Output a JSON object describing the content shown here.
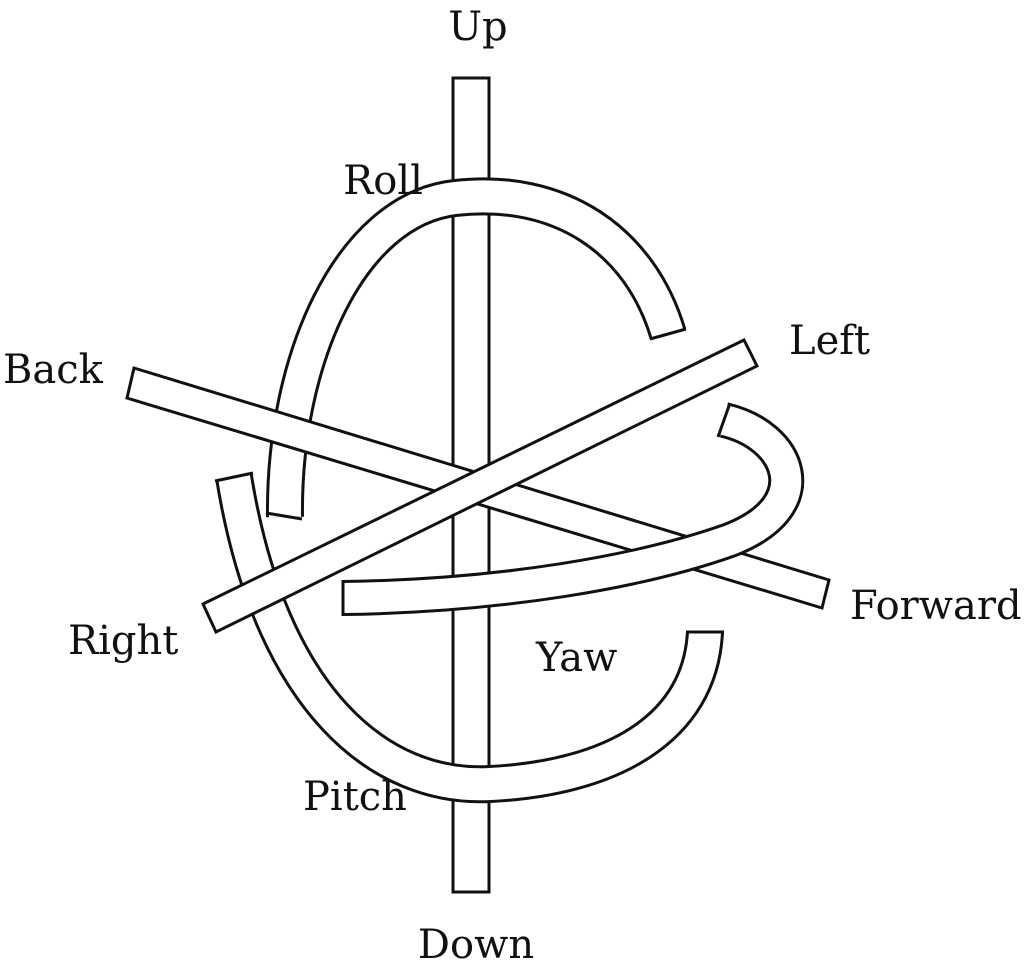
{
  "labels": {
    "up": "Up",
    "down": "Down",
    "left": "Left",
    "right": "Right",
    "forward": "Forward",
    "back": "Back",
    "roll": "Roll",
    "pitch": "Pitch",
    "yaw": "Yaw"
  },
  "colors": {
    "stroke": "#111111",
    "band_fill": "#ffffff",
    "background": "#ffffff"
  }
}
